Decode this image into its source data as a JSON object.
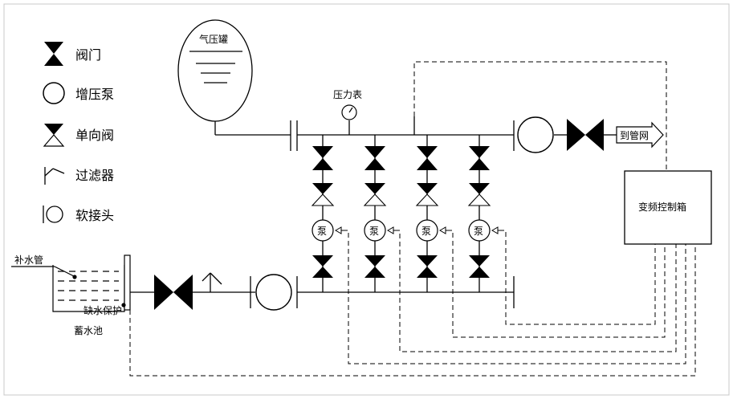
{
  "legend": {
    "valve": "阀门",
    "booster_pump": "增压泵",
    "check_valve": "单向阀",
    "filter": "过滤器",
    "soft_joint": "软接头"
  },
  "labels": {
    "pressure_tank": "气压罐",
    "pressure_gauge": "压力表",
    "to_pipe_network": "到管网",
    "vfd_box": "变频控制箱",
    "makeup_pipe": "补水管",
    "low_water_protection": "缺水保护",
    "storage_tank": "蓄水池",
    "pump_label": "泵"
  }
}
